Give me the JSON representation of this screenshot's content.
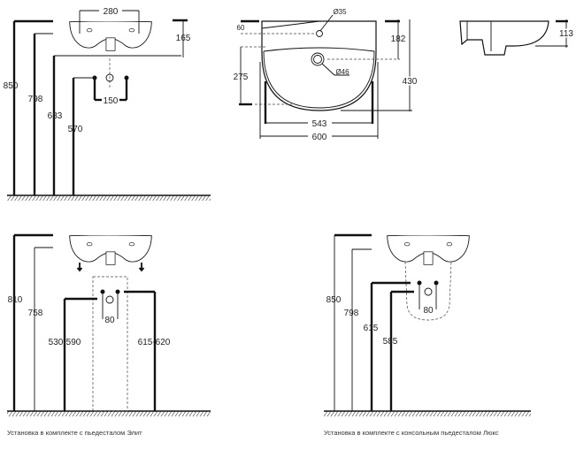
{
  "top_side_view": {
    "heights": [
      "850",
      "798",
      "683",
      "570"
    ],
    "tap_spacing": "280",
    "sink_depth": "165",
    "fixing_spacing": "150"
  },
  "top_plan_view": {
    "tap_hole": "Ø35",
    "tap_offset": "60",
    "drain_offset": "182",
    "drain_to_front": "275",
    "drain_hole": "Ø46",
    "depth": "430",
    "inner_width": "543",
    "width": "600",
    "profile_height": "113"
  },
  "elite_install": {
    "heights": [
      "810",
      "758",
      "530-590",
      "615-620"
    ],
    "fixing_spacing": "80",
    "caption": "Установка в комплекте с пьедесталом Элит"
  },
  "lux_install": {
    "heights": [
      "850",
      "798",
      "615",
      "585"
    ],
    "fixing_spacing": "80",
    "caption": "Установка в комплекте с консольным пьедесталом Люкс"
  }
}
